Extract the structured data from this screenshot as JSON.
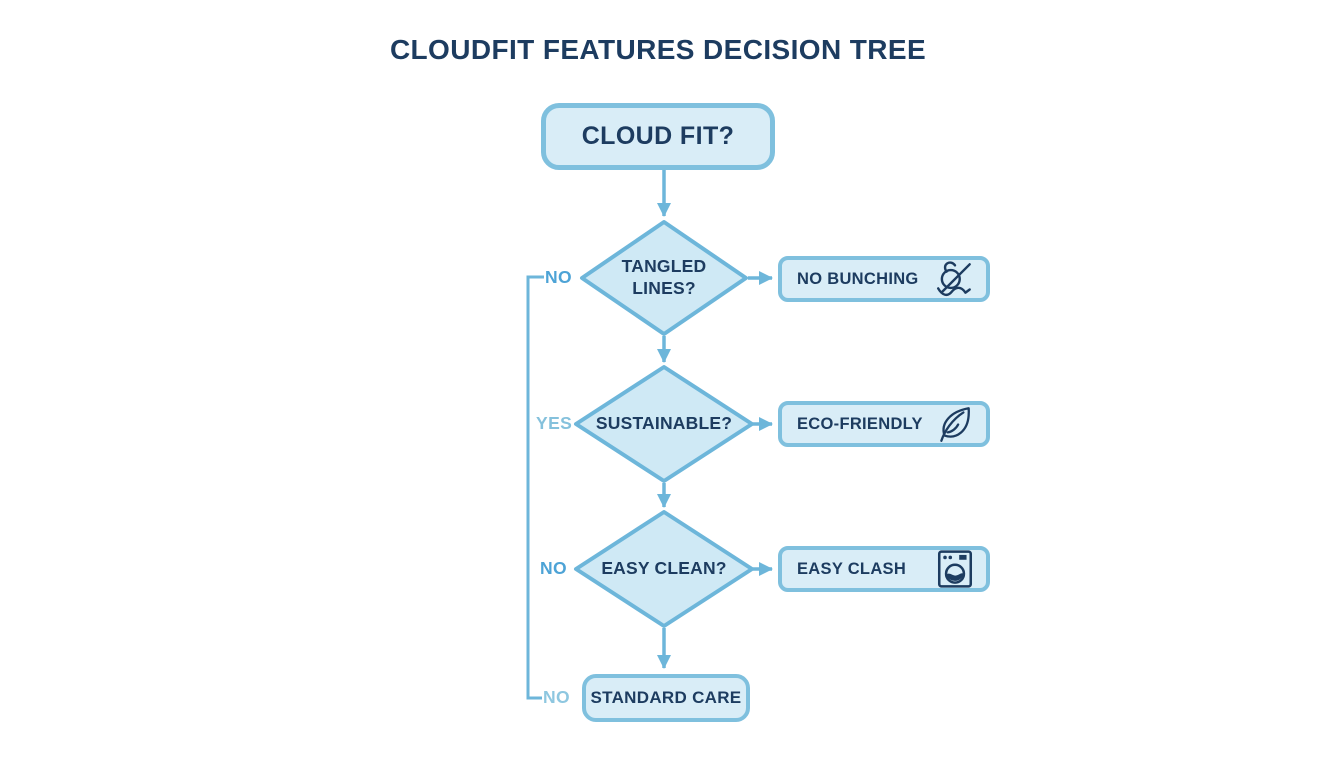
{
  "title": "CLOUDFIT FEATURES DECISION TREE",
  "colors": {
    "navy": "#1d3c60",
    "fill": "#d9edf7",
    "dfill": "#cfe9f5",
    "border": "#7fc0de",
    "line": "#6db6da",
    "labelno": "#4da3d6",
    "labelyes": "#85c1dc",
    "labelsoft": "#8ec7e0",
    "bg": "#ffffff"
  },
  "flow": {
    "start": {
      "label": "CLOUD FIT?"
    },
    "decisions": [
      {
        "question": "TANGLED LINES?",
        "branch": "NO",
        "outcome": "NO BUNCHING",
        "icon": "no-tangle-knot"
      },
      {
        "question": "SUSTAINABLE?",
        "branch": "YES",
        "outcome": "ECO-FRIENDLY",
        "icon": "leaf"
      },
      {
        "question": "EASY CLEAN?",
        "branch": "NO",
        "outcome": "EASY CLASH",
        "icon": "washing-machine"
      }
    ],
    "end": {
      "label": "STANDARD CARE",
      "branch": "NO"
    }
  }
}
